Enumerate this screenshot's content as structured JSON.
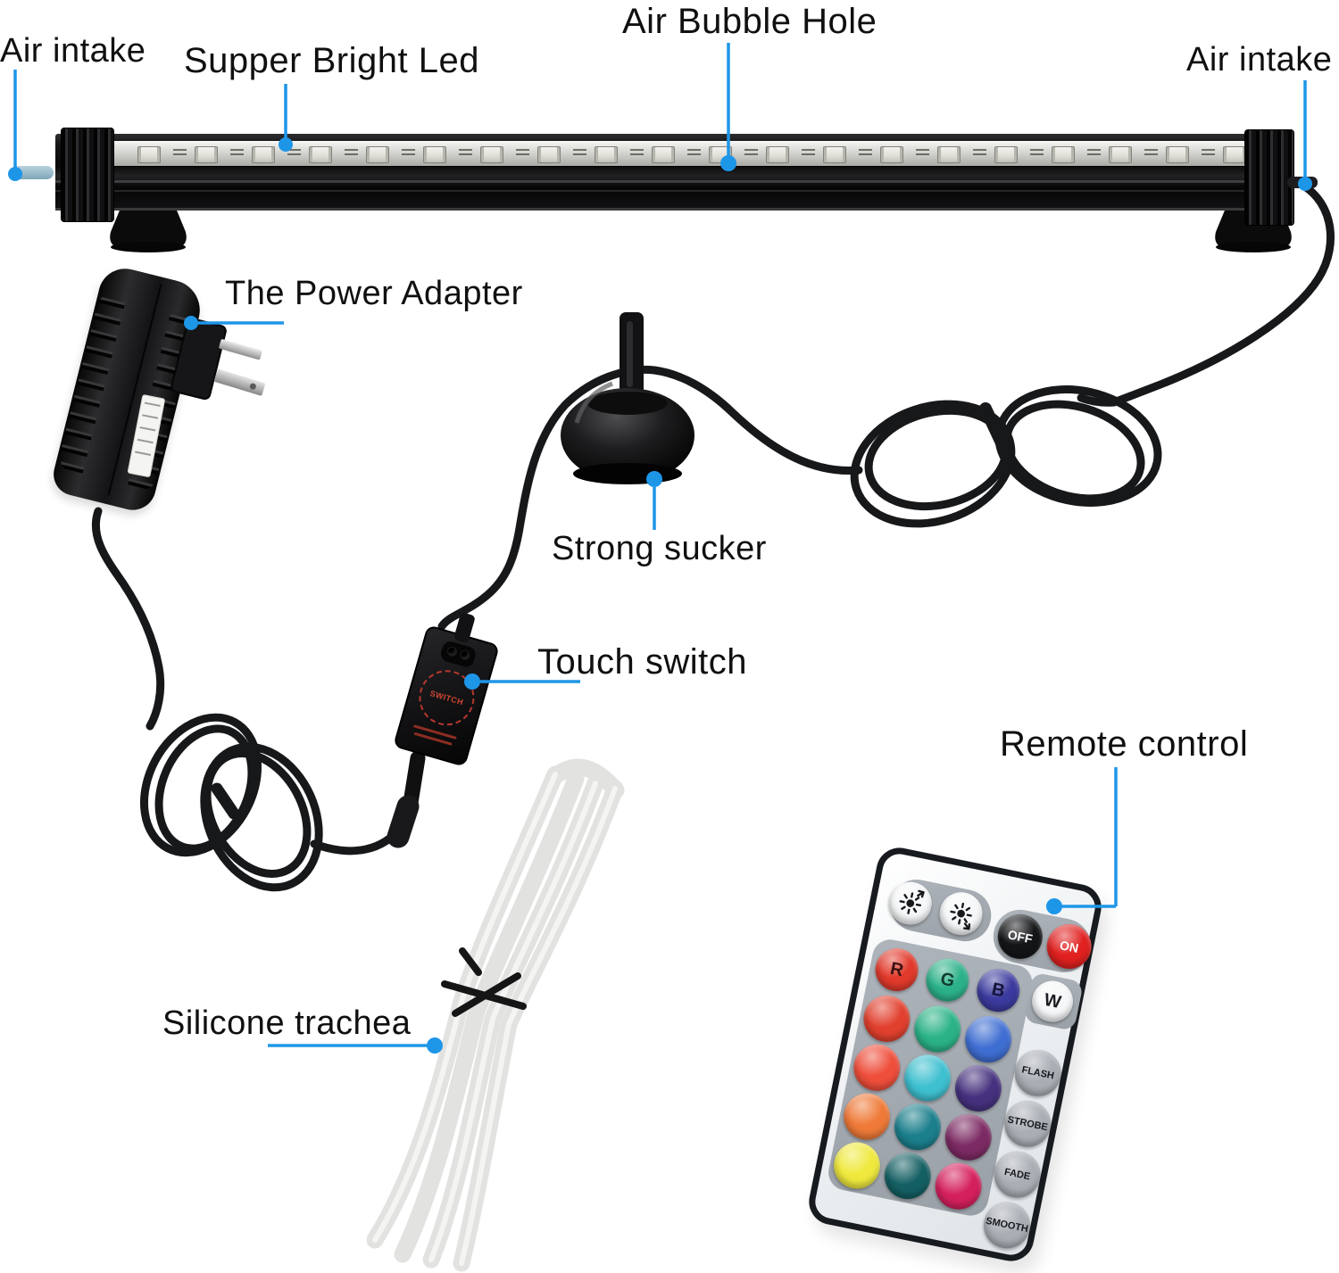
{
  "annotations": {
    "air_intake_left": {
      "text": "Air intake"
    },
    "super_bright_led": {
      "text": "Supper Bright Led"
    },
    "air_bubble_hole": {
      "text": "Air Bubble Hole"
    },
    "air_intake_right": {
      "text": "Air intake"
    },
    "power_adapter": {
      "text": "The Power Adapter"
    },
    "strong_sucker": {
      "text": "Strong sucker"
    },
    "touch_switch": {
      "text": "Touch switch"
    },
    "remote_control": {
      "text": "Remote control"
    },
    "silicone_trachea": {
      "text": "Silicone trachea"
    },
    "leader_color": "#1e96e8",
    "text_color": "#101010"
  },
  "led_bar": {
    "led_count": 20
  },
  "touch_switch_device": {
    "badge_text": "SWITCH"
  },
  "remote": {
    "power_row": [
      {
        "icon": "sun-up",
        "bg": "#f6f7f8"
      },
      {
        "icon": "sun-down",
        "bg": "#f6f7f8"
      },
      {
        "label": "OFF",
        "bg": "#141517",
        "fg": "#ffffff"
      },
      {
        "label": "ON",
        "bg": "#e02120",
        "fg": "#ffffff"
      }
    ],
    "rgbw_row": [
      {
        "label": "R",
        "bg": "#e23a2c",
        "fg": "#3a1210"
      },
      {
        "label": "G",
        "bg": "#2cb289",
        "fg": "#103c30"
      },
      {
        "label": "B",
        "bg": "#3b3a9e",
        "fg": "#14143a"
      },
      {
        "label": "W",
        "bg": "#f6f7f8",
        "fg": "#1b1f24"
      }
    ],
    "color_grid": [
      [
        "#e2402e",
        "#2bb387",
        "#3f6ed2"
      ],
      [
        "#ef4e3b",
        "#3ec0d0",
        "#45317e"
      ],
      [
        "#ef7a38",
        "#1b7f8c",
        "#7c2a63"
      ],
      [
        "#efe93e",
        "#145f63",
        "#d5205e"
      ]
    ],
    "function_buttons": [
      {
        "label": "FLASH"
      },
      {
        "label": "STROBE"
      },
      {
        "label": "FADE"
      },
      {
        "label": "SMOOTH"
      }
    ],
    "panel_color": "#9aa0a7",
    "function_button_color": "#a9aeb4"
  }
}
